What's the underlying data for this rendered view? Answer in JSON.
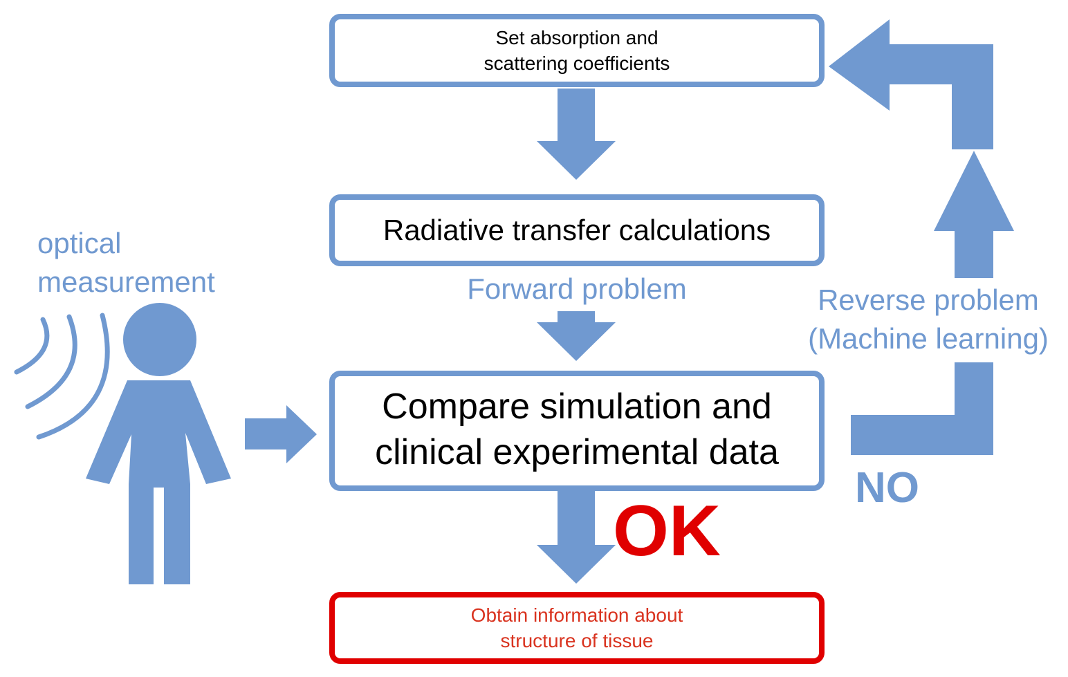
{
  "colors": {
    "primary_blue": "#7099d0",
    "alert_red": "#e00000",
    "result_text_red": "#d9331f",
    "text": "#000000",
    "background": "#ffffff"
  },
  "boxes": {
    "set_coefficients": "Set absorption and\nscattering coefficients",
    "radiative_transfer": "Radiative transfer calculations",
    "compare": "Compare simulation and\nclinical experimental data",
    "obtain": "Obtain information about\nstructure of tissue"
  },
  "labels": {
    "optical_measurement": "optical\nmeasurement",
    "forward_problem": "Forward problem",
    "reverse_problem": "Reverse problem\n(Machine learning)",
    "no": "NO",
    "ok": "OK"
  },
  "icons": {
    "person": "person-icon",
    "signal_waves": "signal-waves-icon"
  }
}
